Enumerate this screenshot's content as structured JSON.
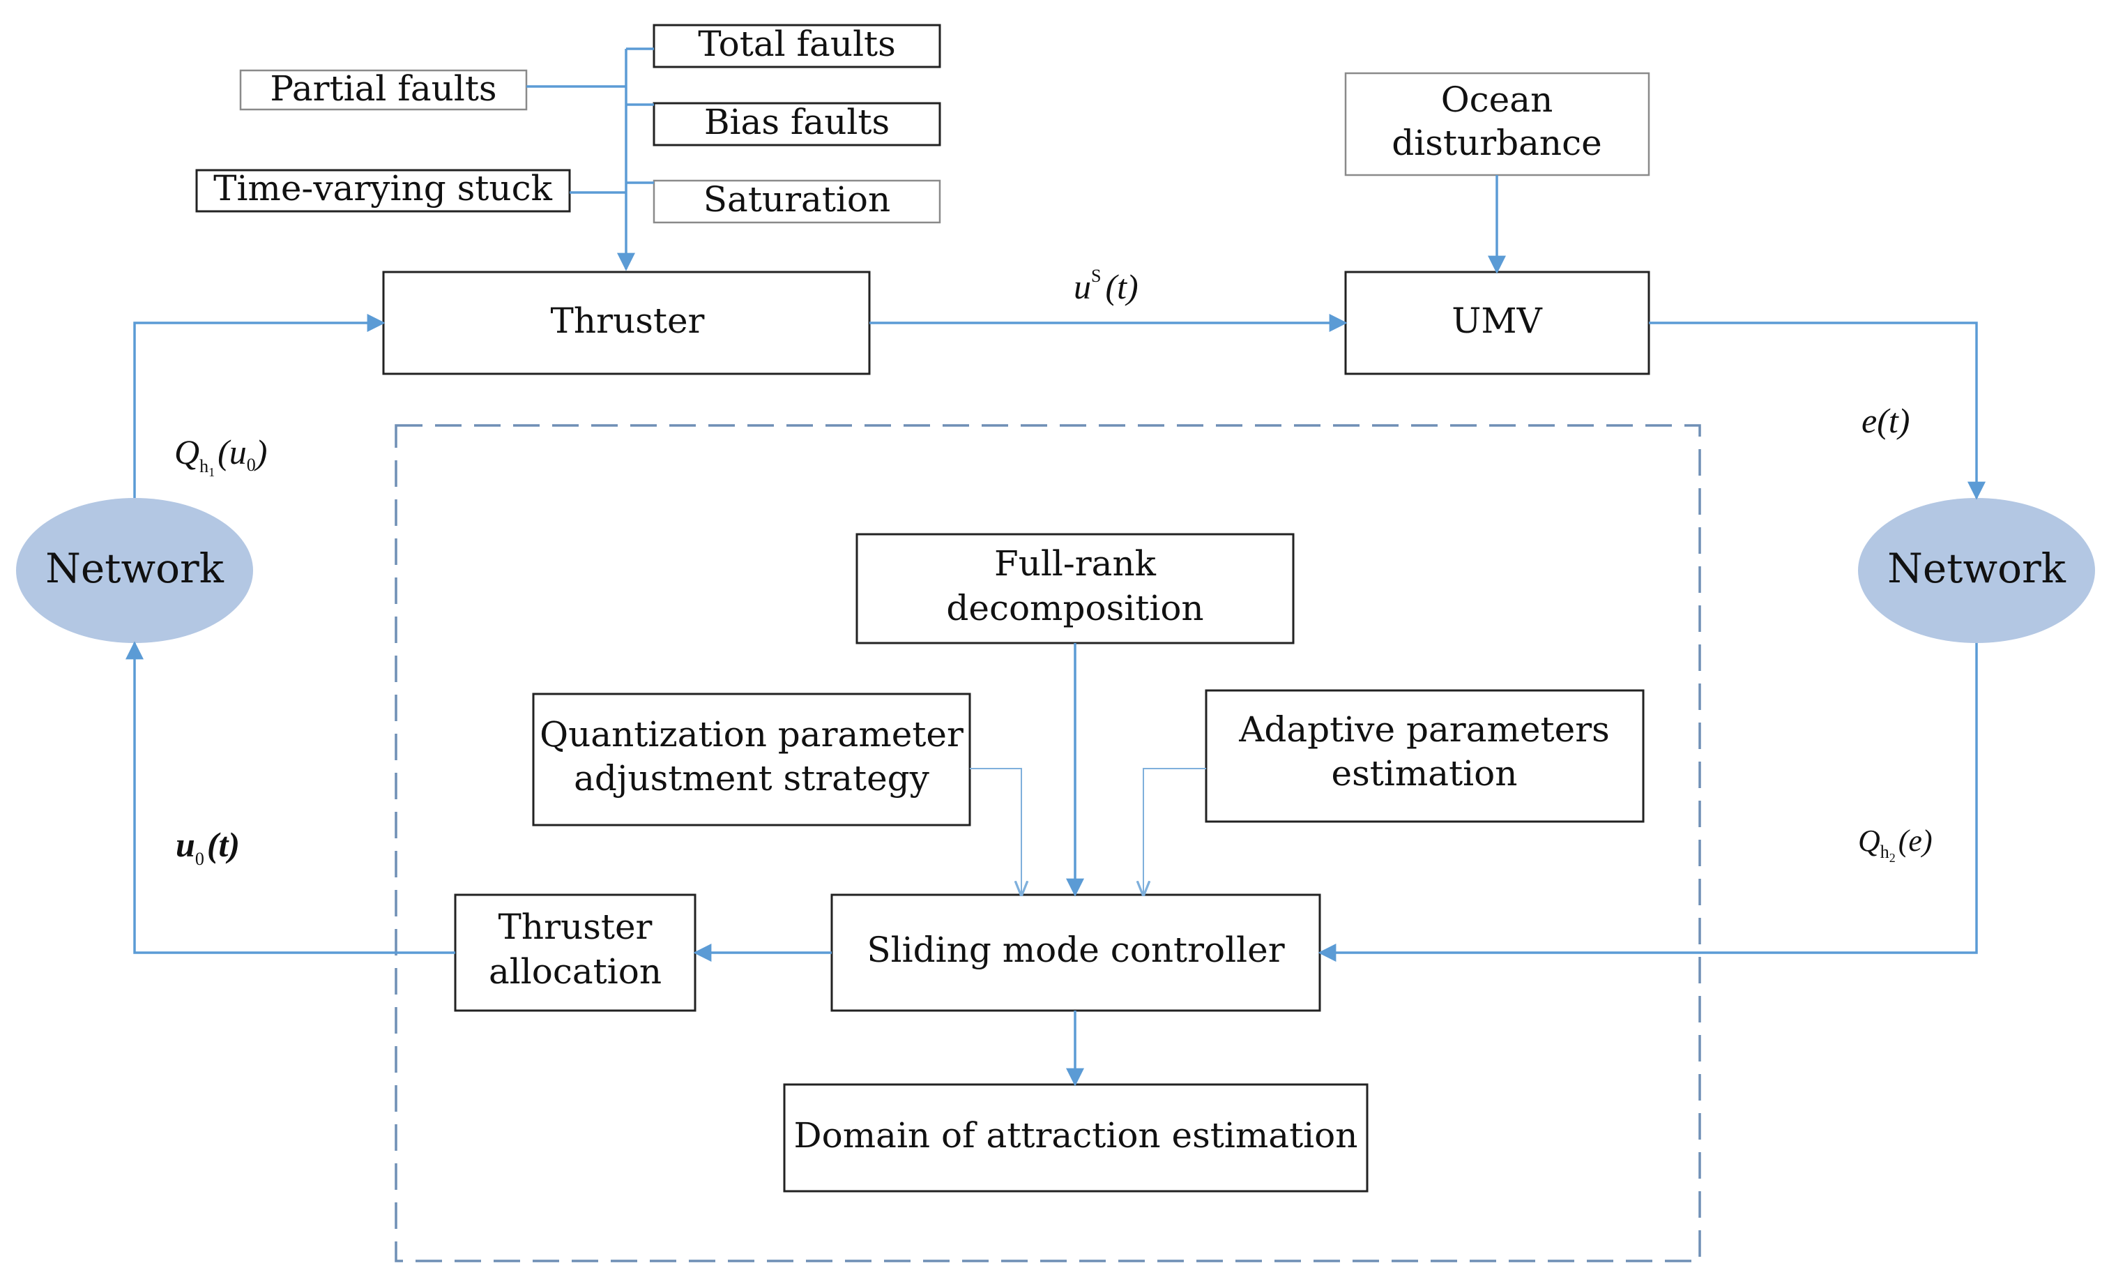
{
  "faults": {
    "partial": "Partial faults",
    "time_varying": "Time-varying stuck",
    "total": "Total faults",
    "bias": "Bias faults",
    "saturation": "Saturation"
  },
  "blocks": {
    "ocean": [
      "Ocean",
      "disturbance"
    ],
    "thruster": "Thruster",
    "umv": "UMV",
    "full_rank": [
      "Full-rank",
      "decomposition"
    ],
    "quantization": [
      "Quantization parameter",
      "adjustment strategy"
    ],
    "adaptive": [
      "Adaptive parameters",
      "estimation"
    ],
    "thruster_alloc": [
      "Thruster",
      "allocation"
    ],
    "smc": "Sliding mode controller",
    "domain": "Domain of attraction estimation"
  },
  "nodes": {
    "left": "Network",
    "right": "Network"
  },
  "signals": {
    "us": {
      "base": "u",
      "sup": "S",
      "arg": "(t)"
    },
    "e": {
      "base": "e",
      "arg": "(t)"
    },
    "qh1": {
      "base": "Q",
      "sub": "h",
      "subsub": "1",
      "arg": "(u",
      "arg_sub": "0",
      "arg_close": ")"
    },
    "qh2": {
      "base": "Q",
      "sub": "h",
      "subsub": "2",
      "arg": "(e)"
    },
    "u0": {
      "base": "u",
      "sub": "0",
      "arg": "(t)"
    }
  },
  "colors": {
    "arrow": "#5b9bd5",
    "network_node": "#b3c7e3",
    "dashed_border": "#6f8fb5"
  }
}
